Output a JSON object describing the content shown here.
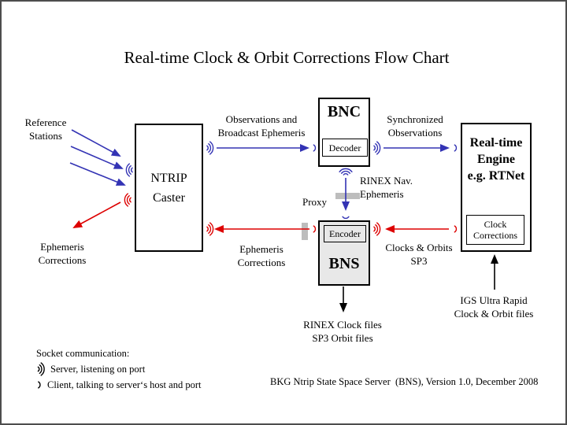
{
  "title": "Real-time Clock & Orbit Corrections Flow Chart",
  "colors": {
    "blue": "#3333b4",
    "red": "#dd0000",
    "gray_bar": "#bdbdbd",
    "box_gray": "#e8e8e8",
    "frame": "#4d4d4d"
  },
  "boxes": {
    "ntrip": {
      "lines": [
        "NTRIP",
        "Caster"
      ]
    },
    "bnc": {
      "label": "BNC",
      "sub": "Decoder"
    },
    "bns": {
      "label": "BNS",
      "sub": "Encoder"
    },
    "rt": {
      "lines": [
        "Real-time",
        "Engine",
        "e.g. RTNet"
      ],
      "sub_lines": [
        "Clock",
        "Corrections"
      ]
    }
  },
  "labels": {
    "reference_stations": [
      "Reference",
      "Stations"
    ],
    "observations": [
      "Observations and",
      "Broadcast Ephemeris"
    ],
    "synchronized": [
      "Synchronized",
      "Observations"
    ],
    "rinex_nav": [
      "RINEX Nav.",
      "Ephemeris"
    ],
    "proxy": "Proxy",
    "ephemeris_corrections_left": [
      "Ephemeris",
      "Corrections"
    ],
    "ephemeris_corrections_mid": [
      "Ephemeris",
      "Corrections"
    ],
    "clocks_orbits": [
      "Clocks & Orbits",
      "SP3"
    ],
    "rinex_files": [
      "RINEX Clock files",
      "SP3 Orbit files"
    ],
    "igs": [
      "IGS Ultra Rapid",
      "Clock & Orbit files"
    ]
  },
  "icons": {
    "server_socket": ")))",
    "client_socket": ")"
  },
  "legend": {
    "heading": "Socket communication:",
    "server": "Server, listening on port",
    "client": "Client, talking to server‘s host and port"
  },
  "footer": "BKG Ntrip State Space Server  (BNS), Version 1.0, December 2008"
}
